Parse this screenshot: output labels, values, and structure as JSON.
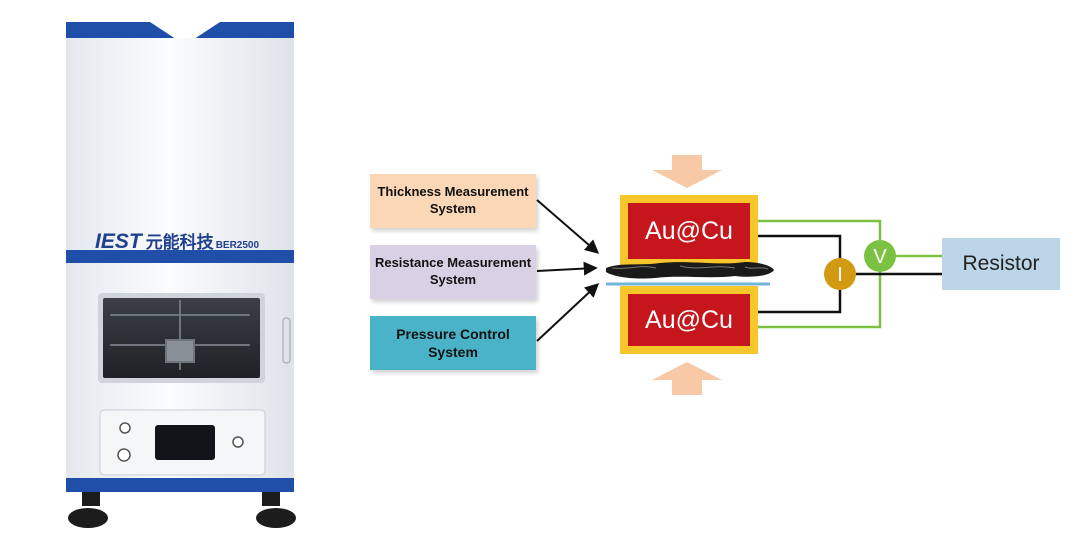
{
  "instrument": {
    "brand_logo": "IEST",
    "brand_chinese": "元能科技",
    "model": "BER2500"
  },
  "systems": [
    {
      "id": "thickness",
      "line1": "Thickness Measurement",
      "line2": "System",
      "color": "#fbd7b6"
    },
    {
      "id": "resistance",
      "line1": "Resistance Measurement",
      "line2": "System",
      "color": "#d8d1e6"
    },
    {
      "id": "pressure",
      "line1": "Pressure Control",
      "line2": "System",
      "color": "#4bb3c8"
    }
  ],
  "electrodes": {
    "top_label": "Au@Cu",
    "bottom_label": "Au@Cu",
    "fill_color": "#c4161c",
    "frame_color": "#f7c62a"
  },
  "meters": {
    "current_symbol": "I",
    "voltage_symbol": "V",
    "current_color": "#d19a10",
    "voltage_color": "#7cc142"
  },
  "resistor": {
    "label": "Resistor",
    "color": "#bcd6e8"
  },
  "colors": {
    "arrow_pressure": "#f8c9a6",
    "wire_green": "#7cc142",
    "wire_black": "#111111",
    "instrument_blue": "#1f4fa8"
  }
}
